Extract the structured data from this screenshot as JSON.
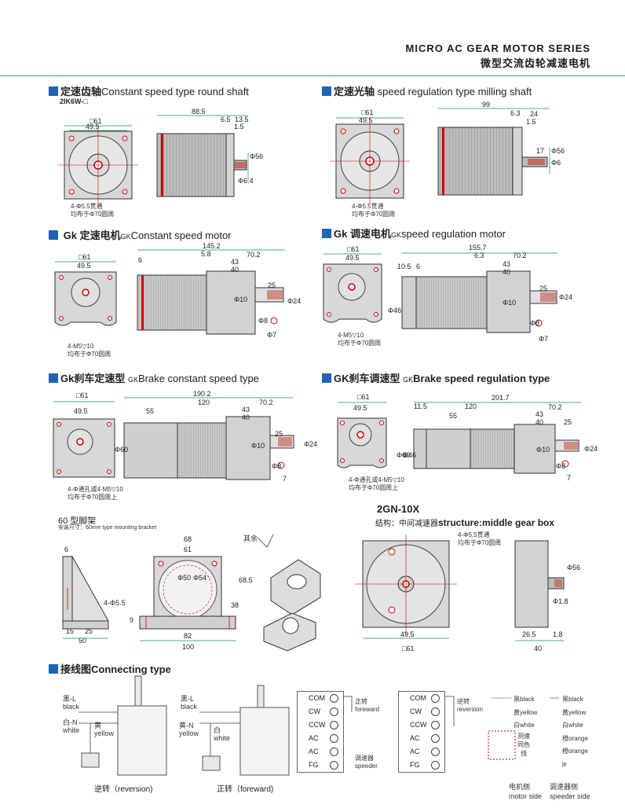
{
  "header": {
    "title_en": "MICRO AC GEAR MOTOR SERIES",
    "title_cn": "微型交流齿轮减速电机"
  },
  "sections": {
    "s1": {
      "cn": "定速齿轴",
      "en": "Constant speed type round shaft",
      "model": "2IK6W-□"
    },
    "s2": {
      "cn": "定速光轴",
      "en": "speed regulation type milling shaft"
    },
    "s3": {
      "cn": "Gk 定速电机",
      "prefix": "GK",
      "en": "Constant  speed motor"
    },
    "s4": {
      "cn": "Gk 调速电机",
      "prefix": "GK",
      "en": "speed regulation motor"
    },
    "s5": {
      "cn": "Gk刹车定速型",
      "prefix": "GK",
      "en": "Brake constant speed type"
    },
    "s6": {
      "cn": "GK刹车调速型",
      "prefix": "GK",
      "en": "Brake speed regulation type"
    },
    "s7": {
      "cn": "接线图",
      "en": "Connecting  type"
    }
  },
  "notes": {
    "hole55_line1": "4-Φ5.5贯通",
    "hole55_line2": "均布于Φ70圆周",
    "m5_line1": "4-M5▽10",
    "m5_line2": "均布于Φ70圆周",
    "brake_line1": "4-Φ通孔或4-M5▽10",
    "brake_line2": "均布于Φ70圆周上",
    "bracket_title": "60 型脚架",
    "bracket_sub": "安装尺寸：60mm type mounting bracket",
    "surface": "其余",
    "gear_title": "2GN-10X",
    "gear_sub_cn": "结构：中间减速器",
    "gear_sub_en": "structure:middle gear box"
  },
  "dims": {
    "d1": {
      "sq": "□61",
      "w": "49.5",
      "len": "88.5",
      "a": "6.5",
      "b": "13.5",
      "c": "1.5",
      "shaft": "Φ56",
      "s2": "Φ6.4"
    },
    "d2": {
      "sq": "□61",
      "w": "49.5",
      "len": "99",
      "a": "6.3",
      "b": "24",
      "c": "1.5",
      "d": "17",
      "shaft": "Φ56",
      "s2": "Φ6"
    },
    "d3": {
      "sq": "□61",
      "w": "49.5",
      "len": "145.2",
      "a": "6",
      "b": "5.8",
      "c": "70.2",
      "d": "43",
      "e": "40",
      "f": "25",
      "s1": "Φ10",
      "s2": "Φ24",
      "s3": "Φ8",
      "s4": "Φ7"
    },
    "d4": {
      "sq": "□61",
      "w": "49.5",
      "len": "155.7",
      "a": "10.5",
      "b": "6",
      "c": "6.3",
      "d": "70.2",
      "e": "43",
      "f": "40",
      "g": "25",
      "s0": "Φ46",
      "s1": "Φ10",
      "s2": "Φ24",
      "s3": "Φ8",
      "s4": "Φ7"
    },
    "d5": {
      "sq": "□61",
      "w": "49.5",
      "len": "190.2",
      "a": "120",
      "b": "70.2",
      "c": "55",
      "d": "43",
      "e": "40",
      "f": "25",
      "s0": "Φ60",
      "s1": "Φ10",
      "s2": "Φ24",
      "s3": "Φ8",
      "s4": "7"
    },
    "d6": {
      "sq": "□61",
      "w": "49.5",
      "len": "201.7",
      "a": "11.5",
      "b": "120",
      "c": "70.2",
      "d": "55",
      "e": "43",
      "f": "40",
      "g": "25",
      "s0": "Φ60",
      "s5": "Φ46",
      "s1": "Φ10",
      "s2": "Φ24",
      "s3": "Φ8",
      "s4": "7"
    },
    "br": {
      "a": "6",
      "b": "15",
      "c": "25",
      "d": "50",
      "e": "4-Φ5.5",
      "f": "68",
      "g": "61",
      "h": "68.5",
      "i": "38",
      "j": "9",
      "k": "82",
      "l": "100",
      "m": "Φ50",
      "n": "Φ54"
    },
    "gb": {
      "a": "49.5",
      "b": "□61",
      "c": "26.5",
      "d": "1.8",
      "e": "40",
      "f": "Φ56",
      "g": "Φ1.8"
    }
  },
  "wiring": {
    "left": {
      "black_cn": "黑-L",
      "black_en": "black",
      "white_cn": "白-N",
      "white_en": "white",
      "yellow_cn": "黄",
      "yellow_en": "yellow",
      "caption": "逆转（reversion)"
    },
    "right": {
      "black_cn": "黑-L",
      "black_en": "black",
      "yellow_cn": "黄-N",
      "yellow_en": "yellow",
      "white_cn": "白",
      "white_en": "white",
      "caption": "正转（foreward)"
    },
    "table1": {
      "rows": [
        "COM",
        "CW",
        "CCW",
        "AC",
        "AC",
        "FG"
      ],
      "dir_cn": "正转",
      "dir_en": "foreward",
      "ctl_cn": "调速器",
      "ctl_en": "speeder"
    },
    "table2": {
      "rows": [
        "COM",
        "CW",
        "CCW",
        "AC",
        "AC",
        "FG"
      ],
      "dir_cn": "逆转",
      "dir_en": "reversion"
    },
    "motor": {
      "a": "黑black",
      "b": "黄yellow",
      "c": "白white",
      "mid": "测速",
      "mid2": "同色",
      "mid3": "线",
      "side_cn": "电机侧",
      "side_en": "motor side"
    },
    "speeder": {
      "a": "黑black",
      "b": "黄yellow",
      "c": "白white",
      "d": "橙orange",
      "e": "橙orange",
      "f": "jp",
      "side_cn": "调速器侧",
      "side_en": "speeder side"
    }
  }
}
